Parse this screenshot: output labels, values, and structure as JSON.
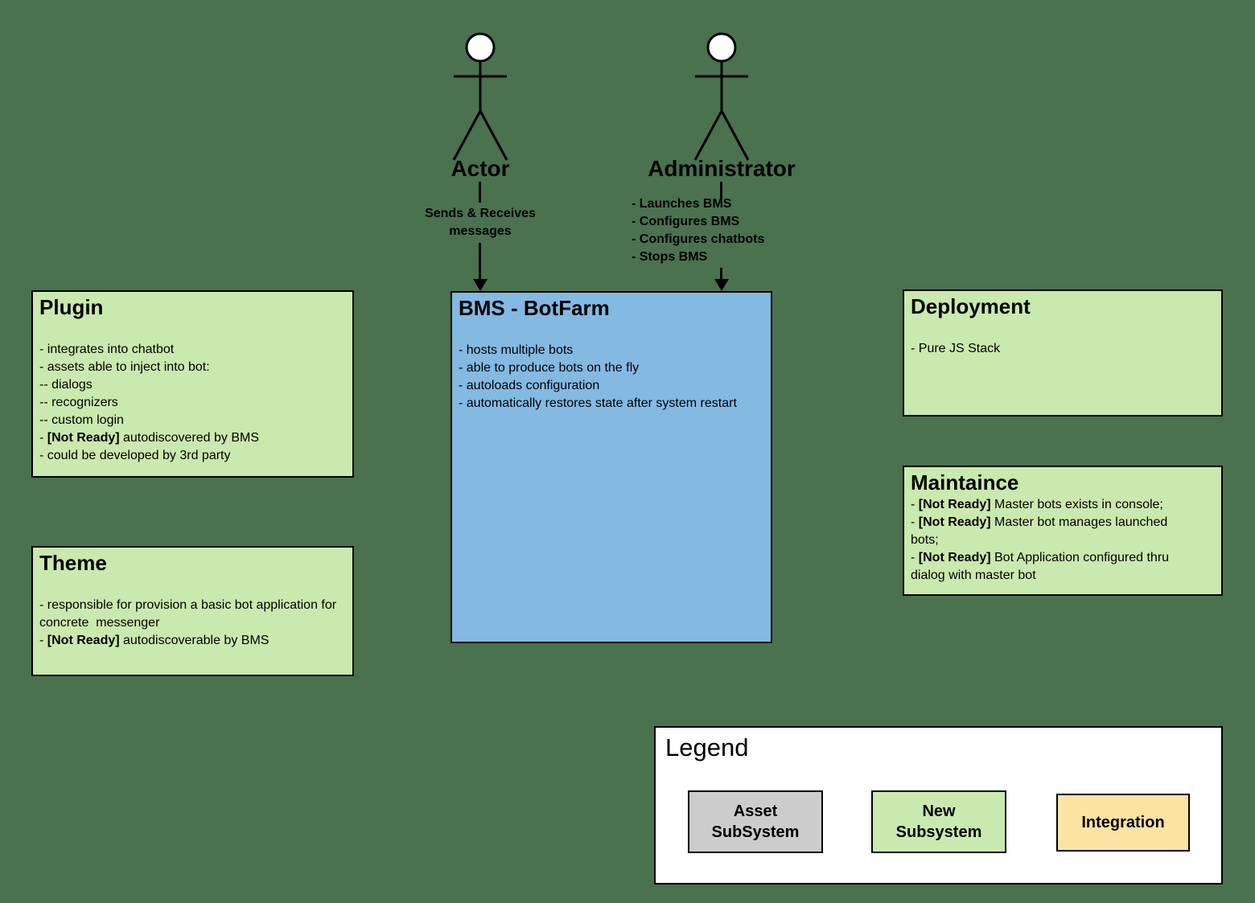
{
  "colors": {
    "background": "#4a724f",
    "green_box": "#cae9ae",
    "blue_box": "#84b9e2",
    "gray_box": "#cccccc",
    "yellow_box": "#fbe3a3",
    "legend_bg": "#ffffff",
    "border": "#000000"
  },
  "actors": {
    "actor": {
      "label": "Actor",
      "annotation": [
        "Sends & Receives",
        "messages"
      ]
    },
    "administrator": {
      "label": "Administrator",
      "annotation": [
        "- Launches BMS",
        "- Configures BMS",
        "- Configures chatbots",
        "- Stops BMS"
      ]
    }
  },
  "boxes": {
    "plugin": {
      "title": "Plugin",
      "lines": [
        "- integrates into chatbot",
        "- assets able to inject into bot:",
        "-- dialogs",
        "-- recognizers",
        "-- custom login",
        "- **[Not Ready]** autodiscovered by BMS",
        "- could be developed by 3rd party"
      ]
    },
    "theme": {
      "title": "Theme",
      "lines": [
        "- responsible for provision a basic bot application for concrete  messenger",
        "- **[Not Ready]** autodiscoverable by BMS"
      ]
    },
    "bms": {
      "title": "BMS - BotFarm",
      "lines": [
        "- hosts multiple bots",
        "- able to produce bots on the fly",
        "- autoloads configuration",
        "- automatically restores state after system restart"
      ]
    },
    "deployment": {
      "title": "Deployment",
      "lines": [
        "- Pure JS Stack"
      ]
    },
    "maintaince": {
      "title": "Maintaince",
      "lines": [
        "- **[Not Ready]** Master bots exists in console;",
        "- **[Not Ready]** Master bot manages launched bots;",
        "- **[Not Ready]** Bot Application configured thru dialog with master bot"
      ]
    }
  },
  "legend": {
    "title": "Legend",
    "items": [
      {
        "label": "Asset\nSubSystem",
        "color": "#cccccc"
      },
      {
        "label": "New\nSubsystem",
        "color": "#cae9ae"
      },
      {
        "label": "Integration",
        "color": "#fbe3a3"
      }
    ]
  }
}
